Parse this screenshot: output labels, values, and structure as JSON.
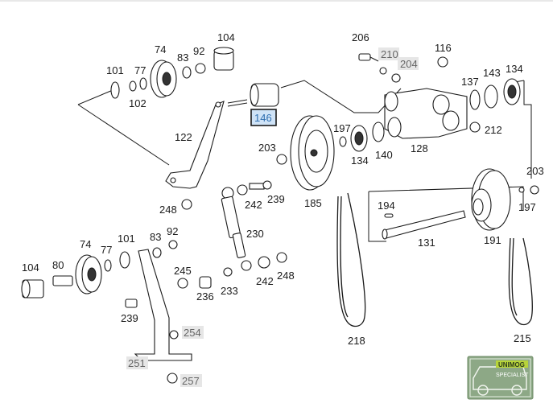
{
  "diagram": {
    "parts": [
      {
        "id": "p101a",
        "label": "101",
        "style": "normal"
      },
      {
        "id": "p77a",
        "label": "77",
        "style": "normal"
      },
      {
        "id": "p74a",
        "label": "74",
        "style": "normal"
      },
      {
        "id": "p83a",
        "label": "83",
        "style": "normal"
      },
      {
        "id": "p92a",
        "label": "92",
        "style": "normal"
      },
      {
        "id": "p104a",
        "label": "104",
        "style": "normal"
      },
      {
        "id": "p102",
        "label": "102",
        "style": "normal"
      },
      {
        "id": "p146",
        "label": "146",
        "style": "selected"
      },
      {
        "id": "p122",
        "label": "122",
        "style": "normal"
      },
      {
        "id": "p206",
        "label": "206",
        "style": "normal"
      },
      {
        "id": "p210",
        "label": "210",
        "style": "grey"
      },
      {
        "id": "p204",
        "label": "204",
        "style": "grey"
      },
      {
        "id": "p116",
        "label": "116",
        "style": "normal"
      },
      {
        "id": "p137",
        "label": "137",
        "style": "normal"
      },
      {
        "id": "p143",
        "label": "143",
        "style": "normal"
      },
      {
        "id": "p134a",
        "label": "134",
        "style": "normal"
      },
      {
        "id": "p197a",
        "label": "197",
        "style": "normal"
      },
      {
        "id": "p212",
        "label": "212",
        "style": "normal"
      },
      {
        "id": "p134b",
        "label": "134",
        "style": "normal"
      },
      {
        "id": "p140",
        "label": "140",
        "style": "normal"
      },
      {
        "id": "p128",
        "label": "128",
        "style": "normal"
      },
      {
        "id": "p203a",
        "label": "203",
        "style": "normal"
      },
      {
        "id": "p239a",
        "label": "239",
        "style": "normal"
      },
      {
        "id": "p242a",
        "label": "242",
        "style": "normal"
      },
      {
        "id": "p248a",
        "label": "248",
        "style": "normal"
      },
      {
        "id": "p185",
        "label": "185",
        "style": "normal"
      },
      {
        "id": "p194",
        "label": "194",
        "style": "normal"
      },
      {
        "id": "p131",
        "label": "131",
        "style": "normal"
      },
      {
        "id": "p191",
        "label": "191",
        "style": "normal"
      },
      {
        "id": "p197b",
        "label": "197",
        "style": "normal"
      },
      {
        "id": "p203b",
        "label": "203",
        "style": "normal"
      },
      {
        "id": "p230",
        "label": "230",
        "style": "normal"
      },
      {
        "id": "p74b",
        "label": "74",
        "style": "normal"
      },
      {
        "id": "p101b",
        "label": "101",
        "style": "normal"
      },
      {
        "id": "p83b",
        "label": "83",
        "style": "normal"
      },
      {
        "id": "p92b",
        "label": "92",
        "style": "normal"
      },
      {
        "id": "p104b",
        "label": "104",
        "style": "normal"
      },
      {
        "id": "p80",
        "label": "80",
        "style": "normal"
      },
      {
        "id": "p77b",
        "label": "77",
        "style": "normal"
      },
      {
        "id": "p245",
        "label": "245",
        "style": "normal"
      },
      {
        "id": "p236",
        "label": "236",
        "style": "normal"
      },
      {
        "id": "p233",
        "label": "233",
        "style": "normal"
      },
      {
        "id": "p242b",
        "label": "242",
        "style": "normal"
      },
      {
        "id": "p248b",
        "label": "248",
        "style": "normal"
      },
      {
        "id": "p239b",
        "label": "239",
        "style": "normal"
      },
      {
        "id": "p254",
        "label": "254",
        "style": "grey"
      },
      {
        "id": "p251",
        "label": "251",
        "style": "grey"
      },
      {
        "id": "p257",
        "label": "257",
        "style": "grey"
      },
      {
        "id": "p218",
        "label": "218",
        "style": "normal"
      },
      {
        "id": "p215",
        "label": "215",
        "style": "normal"
      }
    ]
  },
  "logo": {
    "line1": "UNIMOG",
    "line2": "SPECIALIST"
  },
  "colors": {
    "selected_fill": "#cfe3f7",
    "selected_text": "#2f6fb0",
    "grey_highlight": "#e6e6e6",
    "logo_green": "#8da886"
  }
}
